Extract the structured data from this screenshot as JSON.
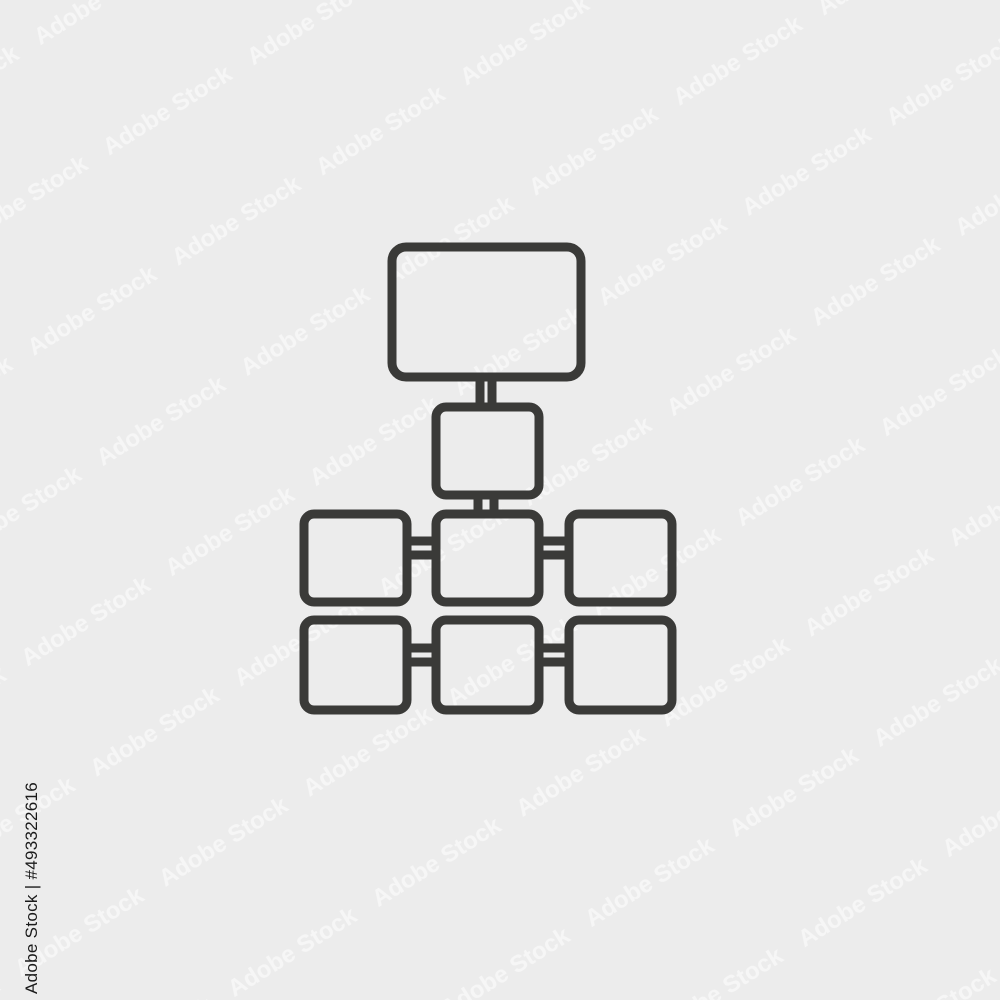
{
  "image": {
    "background_color": "#ececec",
    "stroke_color": "#3a3a38",
    "watermark_color": "#ffffff"
  },
  "icon": {
    "name": "hierarchy-structure-icon",
    "top_box_label": "",
    "boxes": [
      {
        "name": "top-box"
      },
      {
        "name": "middle-box"
      },
      {
        "name": "grid-box-1"
      },
      {
        "name": "grid-box-2"
      },
      {
        "name": "grid-box-3"
      },
      {
        "name": "grid-box-4"
      },
      {
        "name": "grid-box-5"
      },
      {
        "name": "grid-box-6"
      }
    ]
  },
  "stock_id": "Adobe Stock | #493322616"
}
